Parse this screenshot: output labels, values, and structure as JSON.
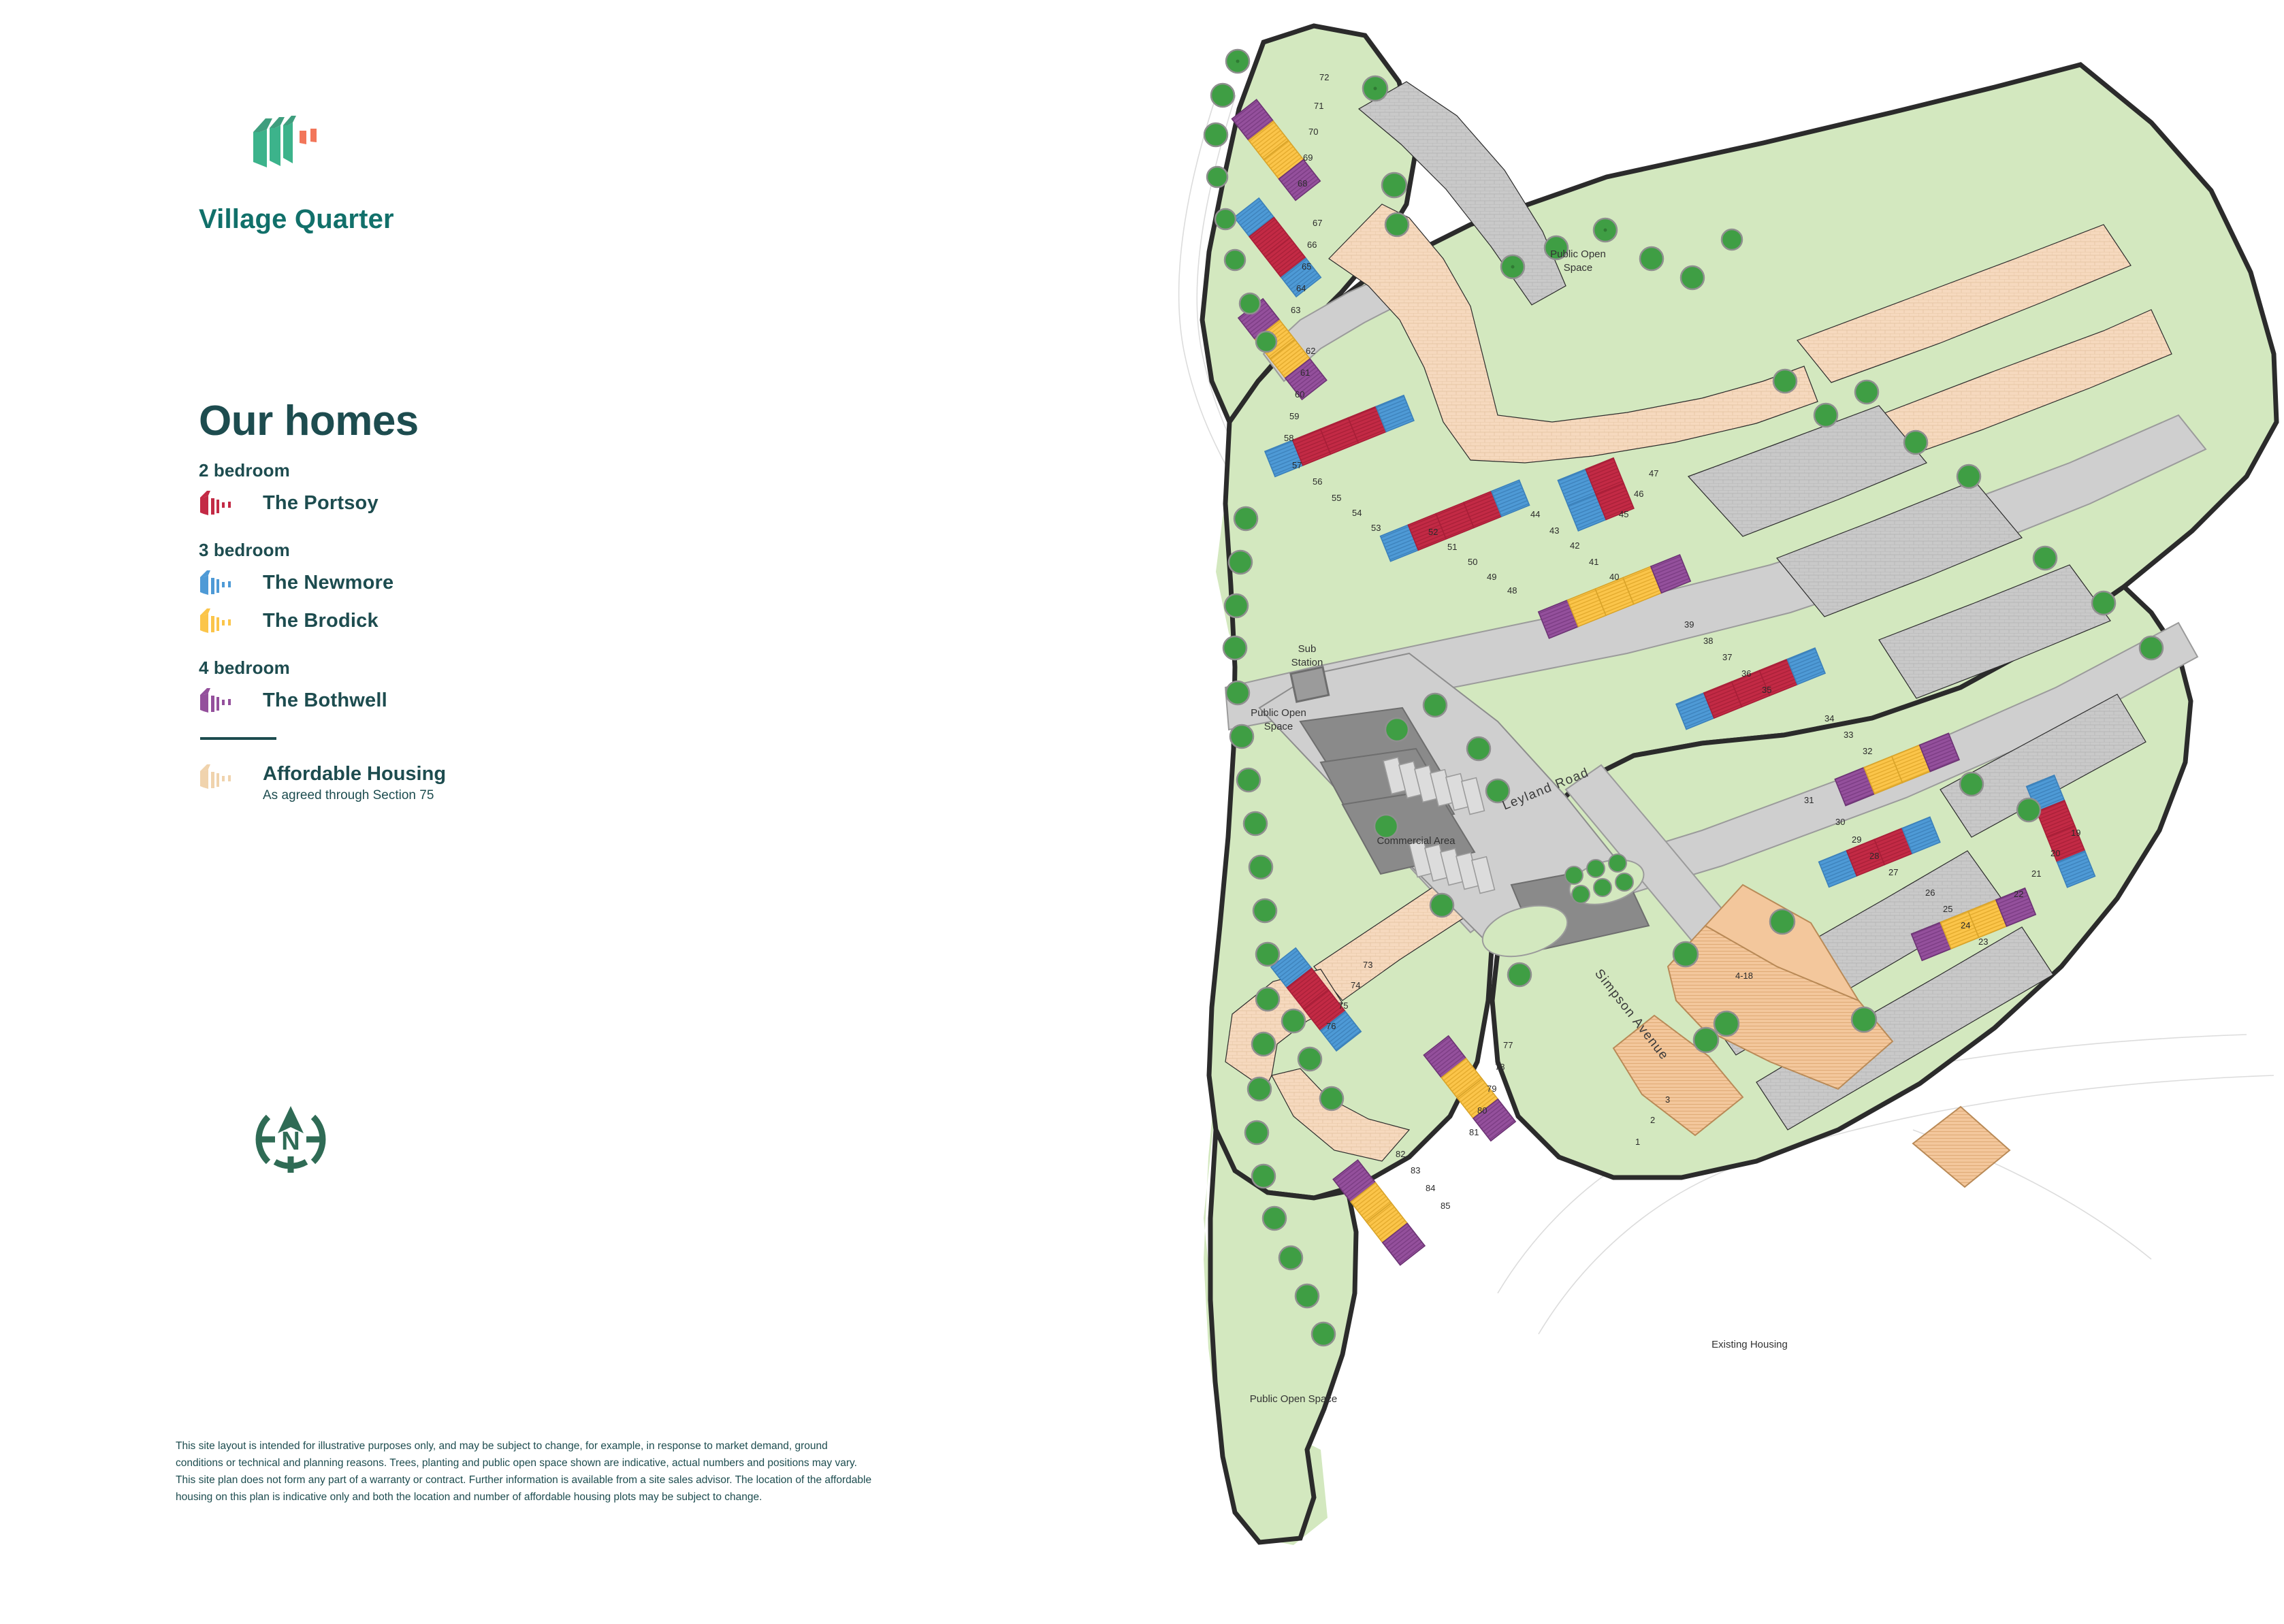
{
  "brand": {
    "name": "Village Quarter",
    "logo_icon": "village-quarter-logo",
    "logo_green": "#3cb38b",
    "logo_dark_green": "#3f9e7e",
    "logo_orange": "#f2765a",
    "title_color": "#11706a"
  },
  "legend": {
    "heading": "Our homes",
    "groups": [
      {
        "heading": "2 bedroom",
        "items": [
          {
            "label": "The Portsoy",
            "color": "#c32a45",
            "icon": "house-swatch-icon"
          }
        ]
      },
      {
        "heading": "3 bedroom",
        "items": [
          {
            "label": "The Newmore",
            "color": "#4e9ad6",
            "icon": "house-swatch-icon"
          },
          {
            "label": "The Brodick",
            "color": "#fbc54a",
            "icon": "house-swatch-icon"
          }
        ]
      },
      {
        "heading": "4 bedroom",
        "items": [
          {
            "label": "The Bothwell",
            "color": "#94509c",
            "icon": "house-swatch-icon"
          }
        ]
      }
    ],
    "affordable": {
      "label": "Affordable Housing",
      "sublabel": "As agreed through Section 75",
      "color": "#f0d3ad",
      "icon": "house-swatch-icon"
    }
  },
  "compass": {
    "icon": "compass-north-icon",
    "north_letter": "N",
    "color": "#2f6b55"
  },
  "disclaimer": "This site layout is intended for illustrative purposes only, and may be subject to change, for example, in response to market demand, ground conditions or technical and planning reasons. Trees, planting and public open space shown are indicative, actual numbers and positions may vary. This site plan does not form any part of a warranty or contract. Further information is available from a site sales advisor. The location of the affordable housing on this plan is indicative only and both the location and number of affordable housing plots may be subject to change.",
  "map": {
    "area_labels": [
      {
        "text": "Public Open Space",
        "id": "pos-north"
      },
      {
        "text": "Sub Station",
        "id": "sub-station"
      },
      {
        "text": "Public Open Space",
        "id": "pos-west"
      },
      {
        "text": "Commercial Area",
        "id": "commercial-area"
      },
      {
        "text": "Existing Housing",
        "id": "existing-housing"
      },
      {
        "text": "Public Open Space",
        "id": "pos-south"
      }
    ],
    "road_labels": [
      {
        "text": "Leyland Road",
        "id": "leyland-road"
      },
      {
        "text": "Simpson Avenue",
        "id": "simpson-avenue"
      }
    ],
    "affordable_block_label": "4-18",
    "colors": {
      "green_space": "#d3e8bf",
      "paving_tan": "#f6d9be",
      "paving_grey": "#c9c9c9",
      "road_grey": "#cfcfcf",
      "tree": "#3f9e44",
      "boundary": "#2b2b2b",
      "building_dark": "#8a8a8a",
      "portsoy": "#c32a45",
      "newmore": "#4e9ad6",
      "brodick": "#fbc54a",
      "bothwell": "#94509c",
      "affordable": "#f0c9a0"
    },
    "plot_numbers_north": [
      "72",
      "71",
      "70",
      "69",
      "68",
      "67",
      "66",
      "65",
      "64",
      "63",
      "62",
      "61",
      "60",
      "59",
      "58"
    ],
    "plot_numbers_mid_north": [
      "57",
      "56",
      "55",
      "54",
      "53",
      "52",
      "51",
      "50",
      "49",
      "48"
    ],
    "plot_numbers_mid": [
      "47",
      "46",
      "45",
      "44",
      "43",
      "42",
      "41",
      "40",
      "39",
      "38",
      "37",
      "36",
      "35",
      "34",
      "33",
      "32"
    ],
    "plot_numbers_east": [
      "31",
      "30",
      "29",
      "28",
      "27",
      "26",
      "25",
      "24",
      "23",
      "22",
      "21",
      "20",
      "19"
    ],
    "plot_numbers_southwest": [
      "73",
      "74",
      "75",
      "76",
      "77",
      "78",
      "79",
      "80",
      "81",
      "82",
      "83",
      "84",
      "85"
    ],
    "plot_numbers_southeast": [
      "1",
      "2",
      "3"
    ]
  }
}
